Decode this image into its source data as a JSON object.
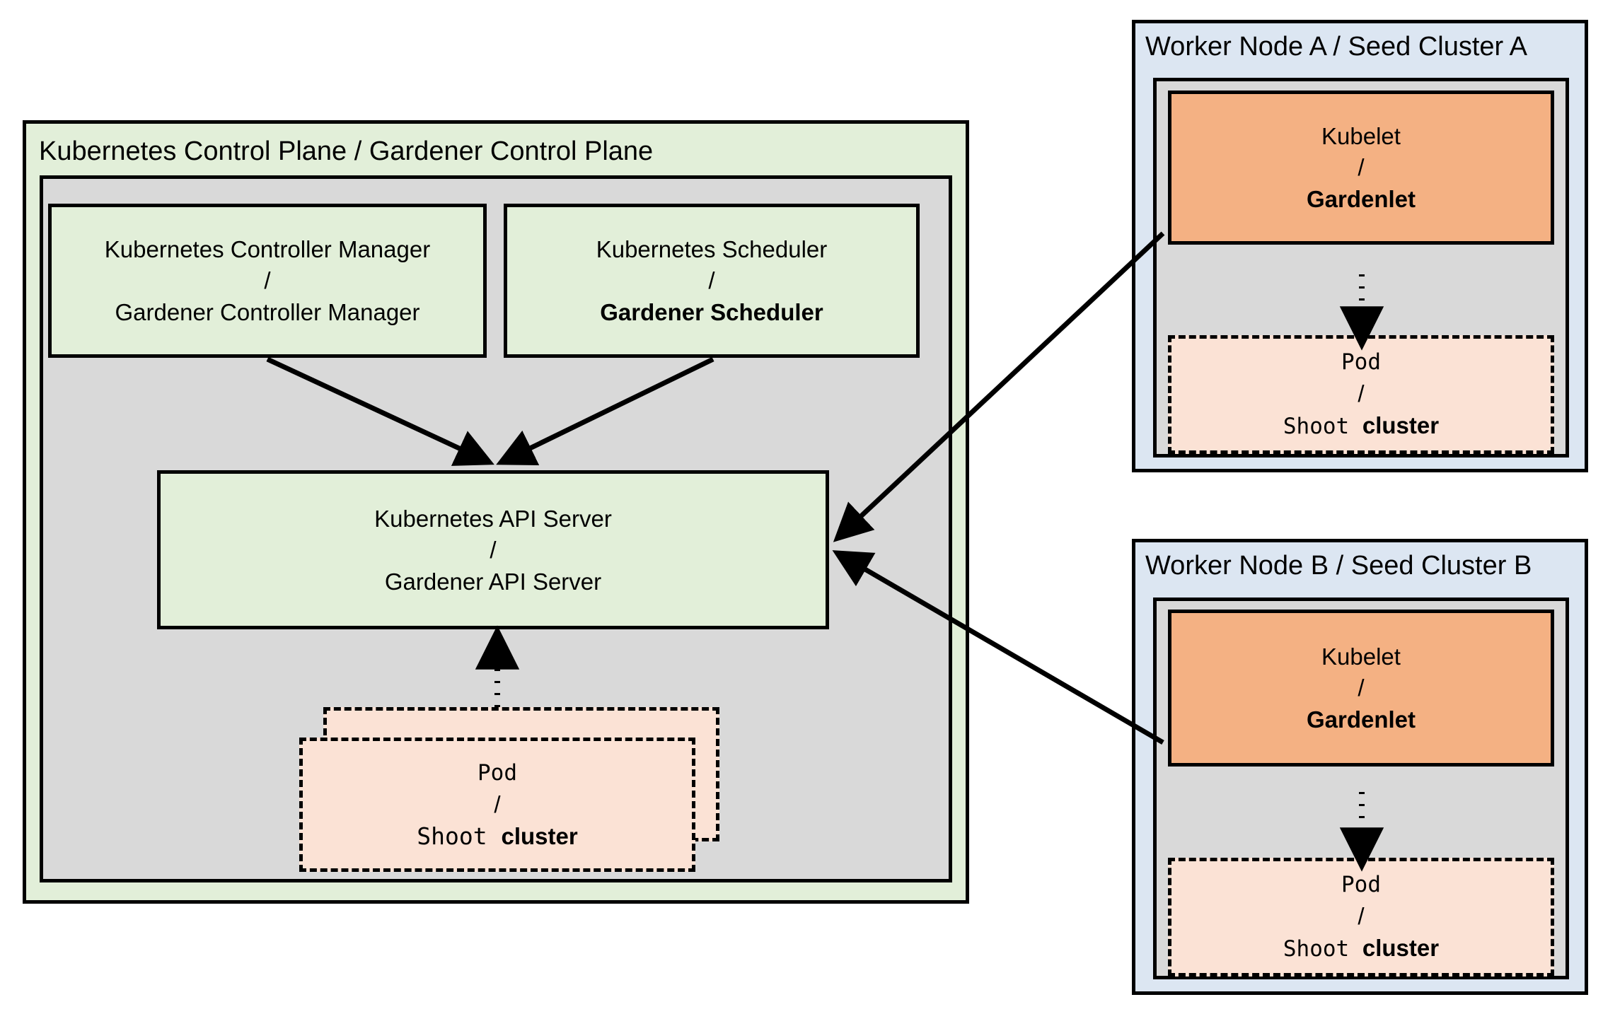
{
  "diagram": {
    "title": "Gardener architecture: Kubernetes Control Plane mapped onto Gardener Control Plane with Seed Clusters",
    "colors": {
      "control_plane_fill": "#e2efd9",
      "inner_fill": "#d9d9d9",
      "seed_fill": "#dce6f2",
      "kubelet_fill": "#f4b183",
      "pod_fill": "#fbe2d5",
      "stroke": "#000000"
    }
  },
  "control_plane": {
    "title": "Kubernetes Control Plane / Gardener Control Plane",
    "controller_manager": {
      "line1": "Kubernetes Controller Manager",
      "slash": "/",
      "line2": "Gardener Controller Manager"
    },
    "scheduler": {
      "line1": "Kubernetes Scheduler",
      "slash": "/",
      "line2": "Gardener Scheduler"
    },
    "api_server": {
      "line1": "Kubernetes API Server",
      "slash": "/",
      "line2": "Gardener API Server"
    },
    "pod": {
      "line1": "Pod",
      "slash": "/",
      "line2_mono": "Shoot ",
      "line2_bold": "cluster"
    }
  },
  "seed_a": {
    "title": "Worker Node A / Seed Cluster A",
    "kubelet": {
      "line1": "Kubelet",
      "slash": "/",
      "line2": "Gardenlet"
    },
    "pod": {
      "line1": "Pod",
      "slash": "/",
      "line2_mono": "Shoot ",
      "line2_bold": "cluster"
    }
  },
  "seed_b": {
    "title": "Worker Node B / Seed Cluster B",
    "kubelet": {
      "line1": "Kubelet",
      "slash": "/",
      "line2": "Gardenlet"
    },
    "pod": {
      "line1": "Pod",
      "slash": "/",
      "line2_mono": "Shoot ",
      "line2_bold": "cluster"
    }
  },
  "connectors": [
    {
      "name": "controller-manager-to-api-server",
      "style": "solid",
      "from": "controller_manager",
      "to": "api_server"
    },
    {
      "name": "scheduler-to-api-server",
      "style": "solid",
      "from": "scheduler",
      "to": "api_server"
    },
    {
      "name": "control-plane-pod-to-api-server",
      "style": "dotted",
      "from": "pod",
      "to": "api_server"
    },
    {
      "name": "gardenlet-a-to-api-server",
      "style": "solid",
      "from": "seed_a.kubelet",
      "to": "api_server"
    },
    {
      "name": "gardenlet-b-to-api-server",
      "style": "solid",
      "from": "seed_b.kubelet",
      "to": "api_server"
    },
    {
      "name": "gardenlet-a-to-pod-a",
      "style": "dotted",
      "from": "seed_a.kubelet",
      "to": "seed_a.pod"
    },
    {
      "name": "gardenlet-b-to-pod-b",
      "style": "dotted",
      "from": "seed_b.kubelet",
      "to": "seed_b.pod"
    }
  ]
}
